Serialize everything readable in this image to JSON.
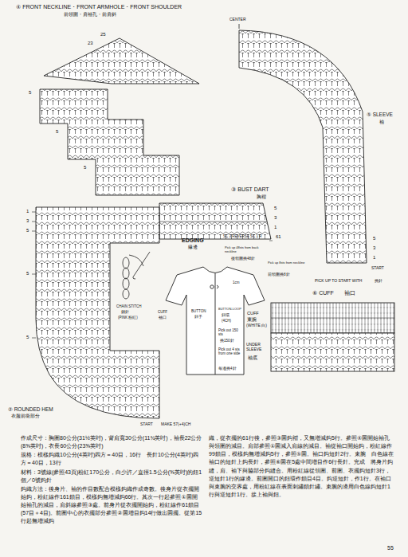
{
  "diagram": {
    "labels": [
      "④ FRONT NECKLINE・FRONT ARMHOLE・FRONT SHOULDER",
      "前領圍・肩袖孔・前肩斜",
      "CENTER",
      "25",
      "23",
      "5",
      "5",
      "5",
      "⑤ SLEEVE",
      "袖",
      "5",
      "3",
      "1",
      "③ BUST DART",
      "胸褶",
      "5",
      "3",
      "1",
      "61",
      "1",
      "3",
      "5",
      "5",
      "5",
      "② ROUNDED HEM",
      "衣服前衛部分",
      "START",
      "MAKE 57(+4)CH",
      "START",
      "PICK UP TO START WITH",
      "挑針",
      "EDGING",
      "緣邊",
      "SC 3 REVERSE SC 1 R",
      "Pick up 48sts from back neckline",
      "後領圍挑48針",
      "Pick up 8sts from neckline",
      "前領圍挑8針",
      "1cm",
      "CHAIN STITCH",
      "鎖針",
      "(PINK 粉紅)",
      "CUFF",
      "袖口",
      "BUTTON",
      "鈕子",
      "BUTTON-LOOP",
      "鈕環",
      "(4CH)",
      "Pick out 150 sts",
      "挑150針",
      "Pick out 4 sts from one side",
      "每邊挑4針",
      "⑥ CUFF",
      "袖口",
      "CUFF",
      "束腕",
      "(WHITE 白)",
      "UNDER SLEEVE",
      "袖底",
      "作成尺寸：胸圍80公分(31½英吋)，背肩寬30公分(11¾英吋)，袖長22公分(8⅝英吋)，衣長60公分(23⅝英吋)",
      "規格：模樣鈎織10公分(4英吋)四方＝40目，16行　長針10公分(4英吋)四方＝40目，13行",
      "材料：3號線(參照43頁)粉紅170公分，白少許／直徑1.5公分(⅝英吋)的鈕1個／0號鈎針",
      "鈎織方法：後身片、袖的作目數配合模樣鈎織作成奇數。後身片從衣擺開始鈎，粉紅線作161鎖目，模樣鈎無增減鈎66行。其次一行起參照①圖開始袖孔的減目，肩斜線參照③處。前身片從衣擺開始鈎，粉紅線作61鎖目(57目＋4目)。前圍中心的衣擺部分參照②圖增目鈎14行做出圓擺。從第15行起無增減鈎",
      "織，從衣擺的61行後，參照③圖鈎褶，又無增減鈎5行。參照④圖開始袖孔與領圍的減目。肩部參照①圖減入肩線的減目。袖從袖口開始鈎，粉紅線作99鎖目，模樣鈎無增減鈎5行，參照⑤圖。袖口鈎短針2行。束腕　白色線在袖口的短針上鈎長針，參照⑥圖在5處中間增目作6行長針。完成　將身片鈎縫，肩、袖下與脇部分鈎縫合。用粉紅線從領圍、前圍、衣擺鈎短針3行，逆短針1行的緣邊。前圍開口的鈕環作鎖目4目。鈎逆短針，作1行。在袖口與束腕的交界處，用粉紅線在表面刺繡鎖針繡。束腕的邊用白色線鈎短針1行與逆短針1行。接上袖與鈕。",
      "55"
    ]
  }
}
